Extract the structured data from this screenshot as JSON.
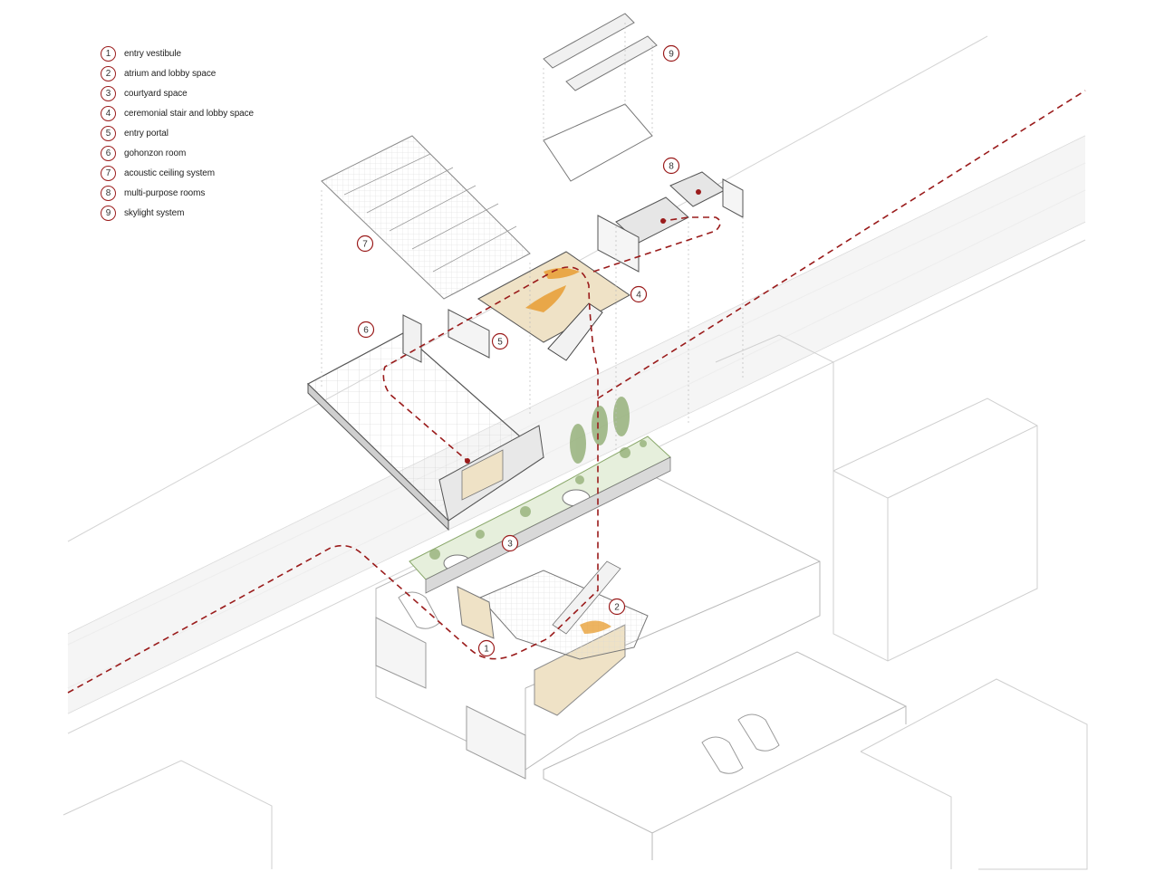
{
  "legend": {
    "items": [
      {
        "num": "1",
        "label": "entry vestibule"
      },
      {
        "num": "2",
        "label": "atrium and lobby space"
      },
      {
        "num": "3",
        "label": "courtyard space"
      },
      {
        "num": "4",
        "label": "ceremonial stair and lobby space"
      },
      {
        "num": "5",
        "label": "entry portal"
      },
      {
        "num": "6",
        "label": "gohonzon room"
      },
      {
        "num": "7",
        "label": "acoustic ceiling system"
      },
      {
        "num": "8",
        "label": "multi-purpose rooms"
      },
      {
        "num": "9",
        "label": "skylight system"
      }
    ]
  },
  "callouts": [
    "1",
    "2",
    "3",
    "4",
    "5",
    "6",
    "7",
    "8",
    "9"
  ],
  "colors": {
    "accent": "#9a1b1b",
    "linework": "#bdbdbd",
    "wood": "#e9c98c",
    "seating": "#e8a13a",
    "greenery": "#8aa86b"
  }
}
